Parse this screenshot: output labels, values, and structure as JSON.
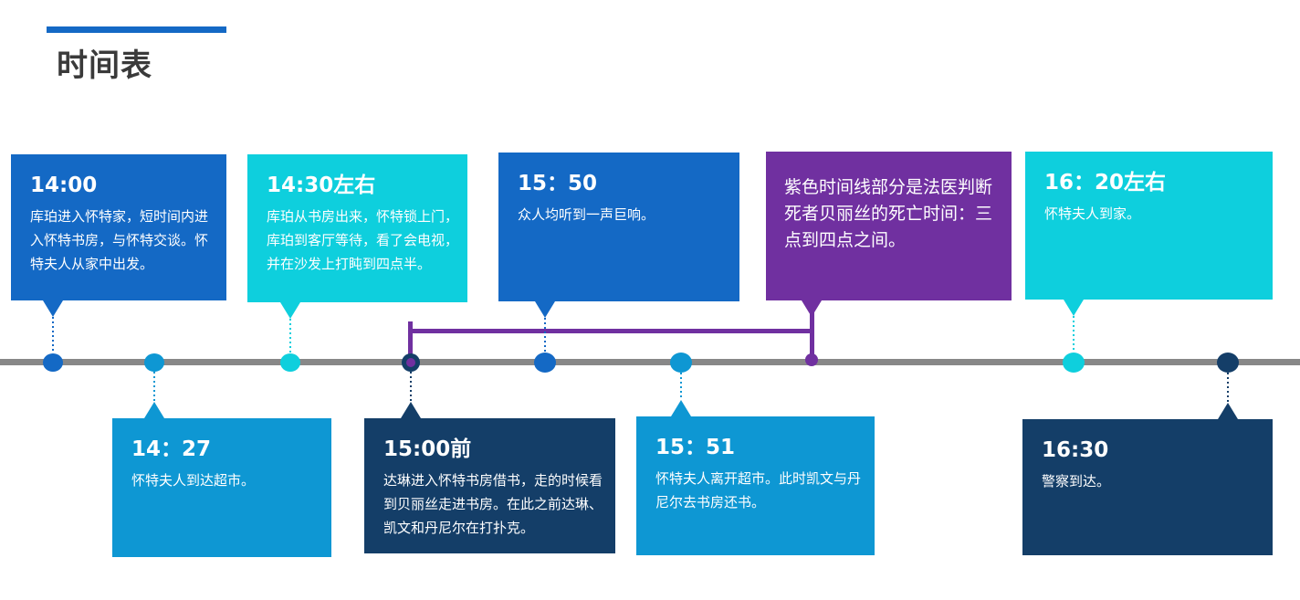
{
  "title": "时间表",
  "colors": {
    "blue": "#1469c5",
    "cyan": "#0ecfdd",
    "sky": "#0e97d3",
    "navy": "#143e68",
    "purple": "#7030a0",
    "axis": "#888888",
    "title_bar": "#1469c5"
  },
  "events": [
    {
      "id": "e1",
      "time": "14:00",
      "desc": "库珀进入怀特家，短时间内进入怀特书房，与怀特交谈。怀特夫人从家中出发。",
      "color": "blue"
    },
    {
      "id": "e2",
      "time": "14：27",
      "desc": "怀特夫人到达超市。",
      "color": "sky"
    },
    {
      "id": "e3",
      "time": "14:30左右",
      "desc": "库珀从书房出来，怀特锁上门，库珀到客厅等待，看了会电视，并在沙发上打盹到四点半。",
      "color": "cyan"
    },
    {
      "id": "e4",
      "time": "15:00前",
      "desc": "达琳进入怀特书房借书，走的时候看到贝丽丝走进书房。在此之前达琳、凯文和丹尼尔在打扑克。",
      "color": "navy"
    },
    {
      "id": "e5",
      "time": "15：50",
      "desc": "众人均听到一声巨响。",
      "color": "blue"
    },
    {
      "id": "e6",
      "time": "15：51",
      "desc": "怀特夫人离开超市。此时凯文与丹尼尔去书房还书。",
      "color": "sky"
    },
    {
      "id": "e7",
      "time": "16：20左右",
      "desc": "怀特夫人到家。",
      "color": "cyan"
    },
    {
      "id": "e8",
      "time": "16:30",
      "desc": "警察到达。",
      "color": "navy"
    }
  ],
  "note": {
    "text": "紫色时间线部分是法医判断死者贝丽丝的死亡时间：三点到四点之间。",
    "color": "purple"
  }
}
